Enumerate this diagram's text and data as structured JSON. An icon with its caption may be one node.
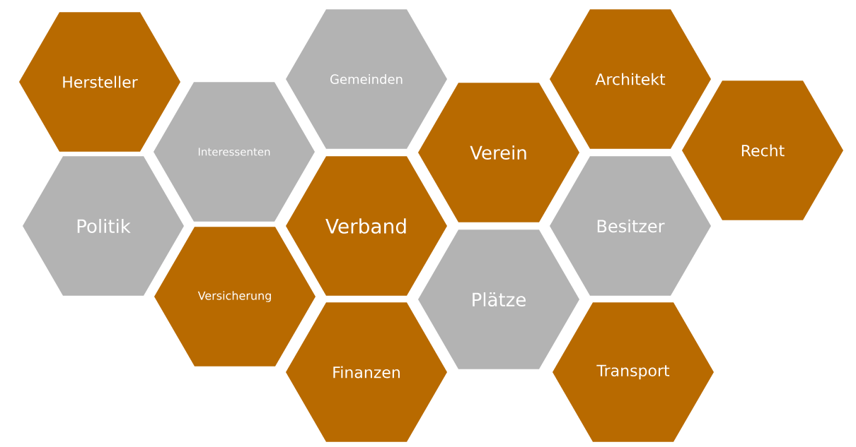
{
  "diagram": {
    "nodes": [
      {
        "text": [
          "Hersteller"
        ]
      },
      {
        "text": [
          "Gemeinden"
        ]
      },
      {
        "text": [
          "Architekt"
        ]
      },
      {
        "text": [
          "Interessenten"
        ]
      },
      {
        "text": [
          "Verein"
        ]
      },
      {
        "text": [
          "Recht"
        ]
      },
      {
        "text": [
          "Politik"
        ]
      },
      {
        "text": [
          "Verband"
        ]
      },
      {
        "text": [
          "Besitzer"
        ]
      },
      {
        "text": [
          "Versicherung"
        ]
      },
      {
        "text": [
          "Plätze"
        ]
      },
      {
        "text": [
          "Finanzen"
        ]
      },
      {
        "text": [
          "Transport"
        ]
      }
    ]
  }
}
